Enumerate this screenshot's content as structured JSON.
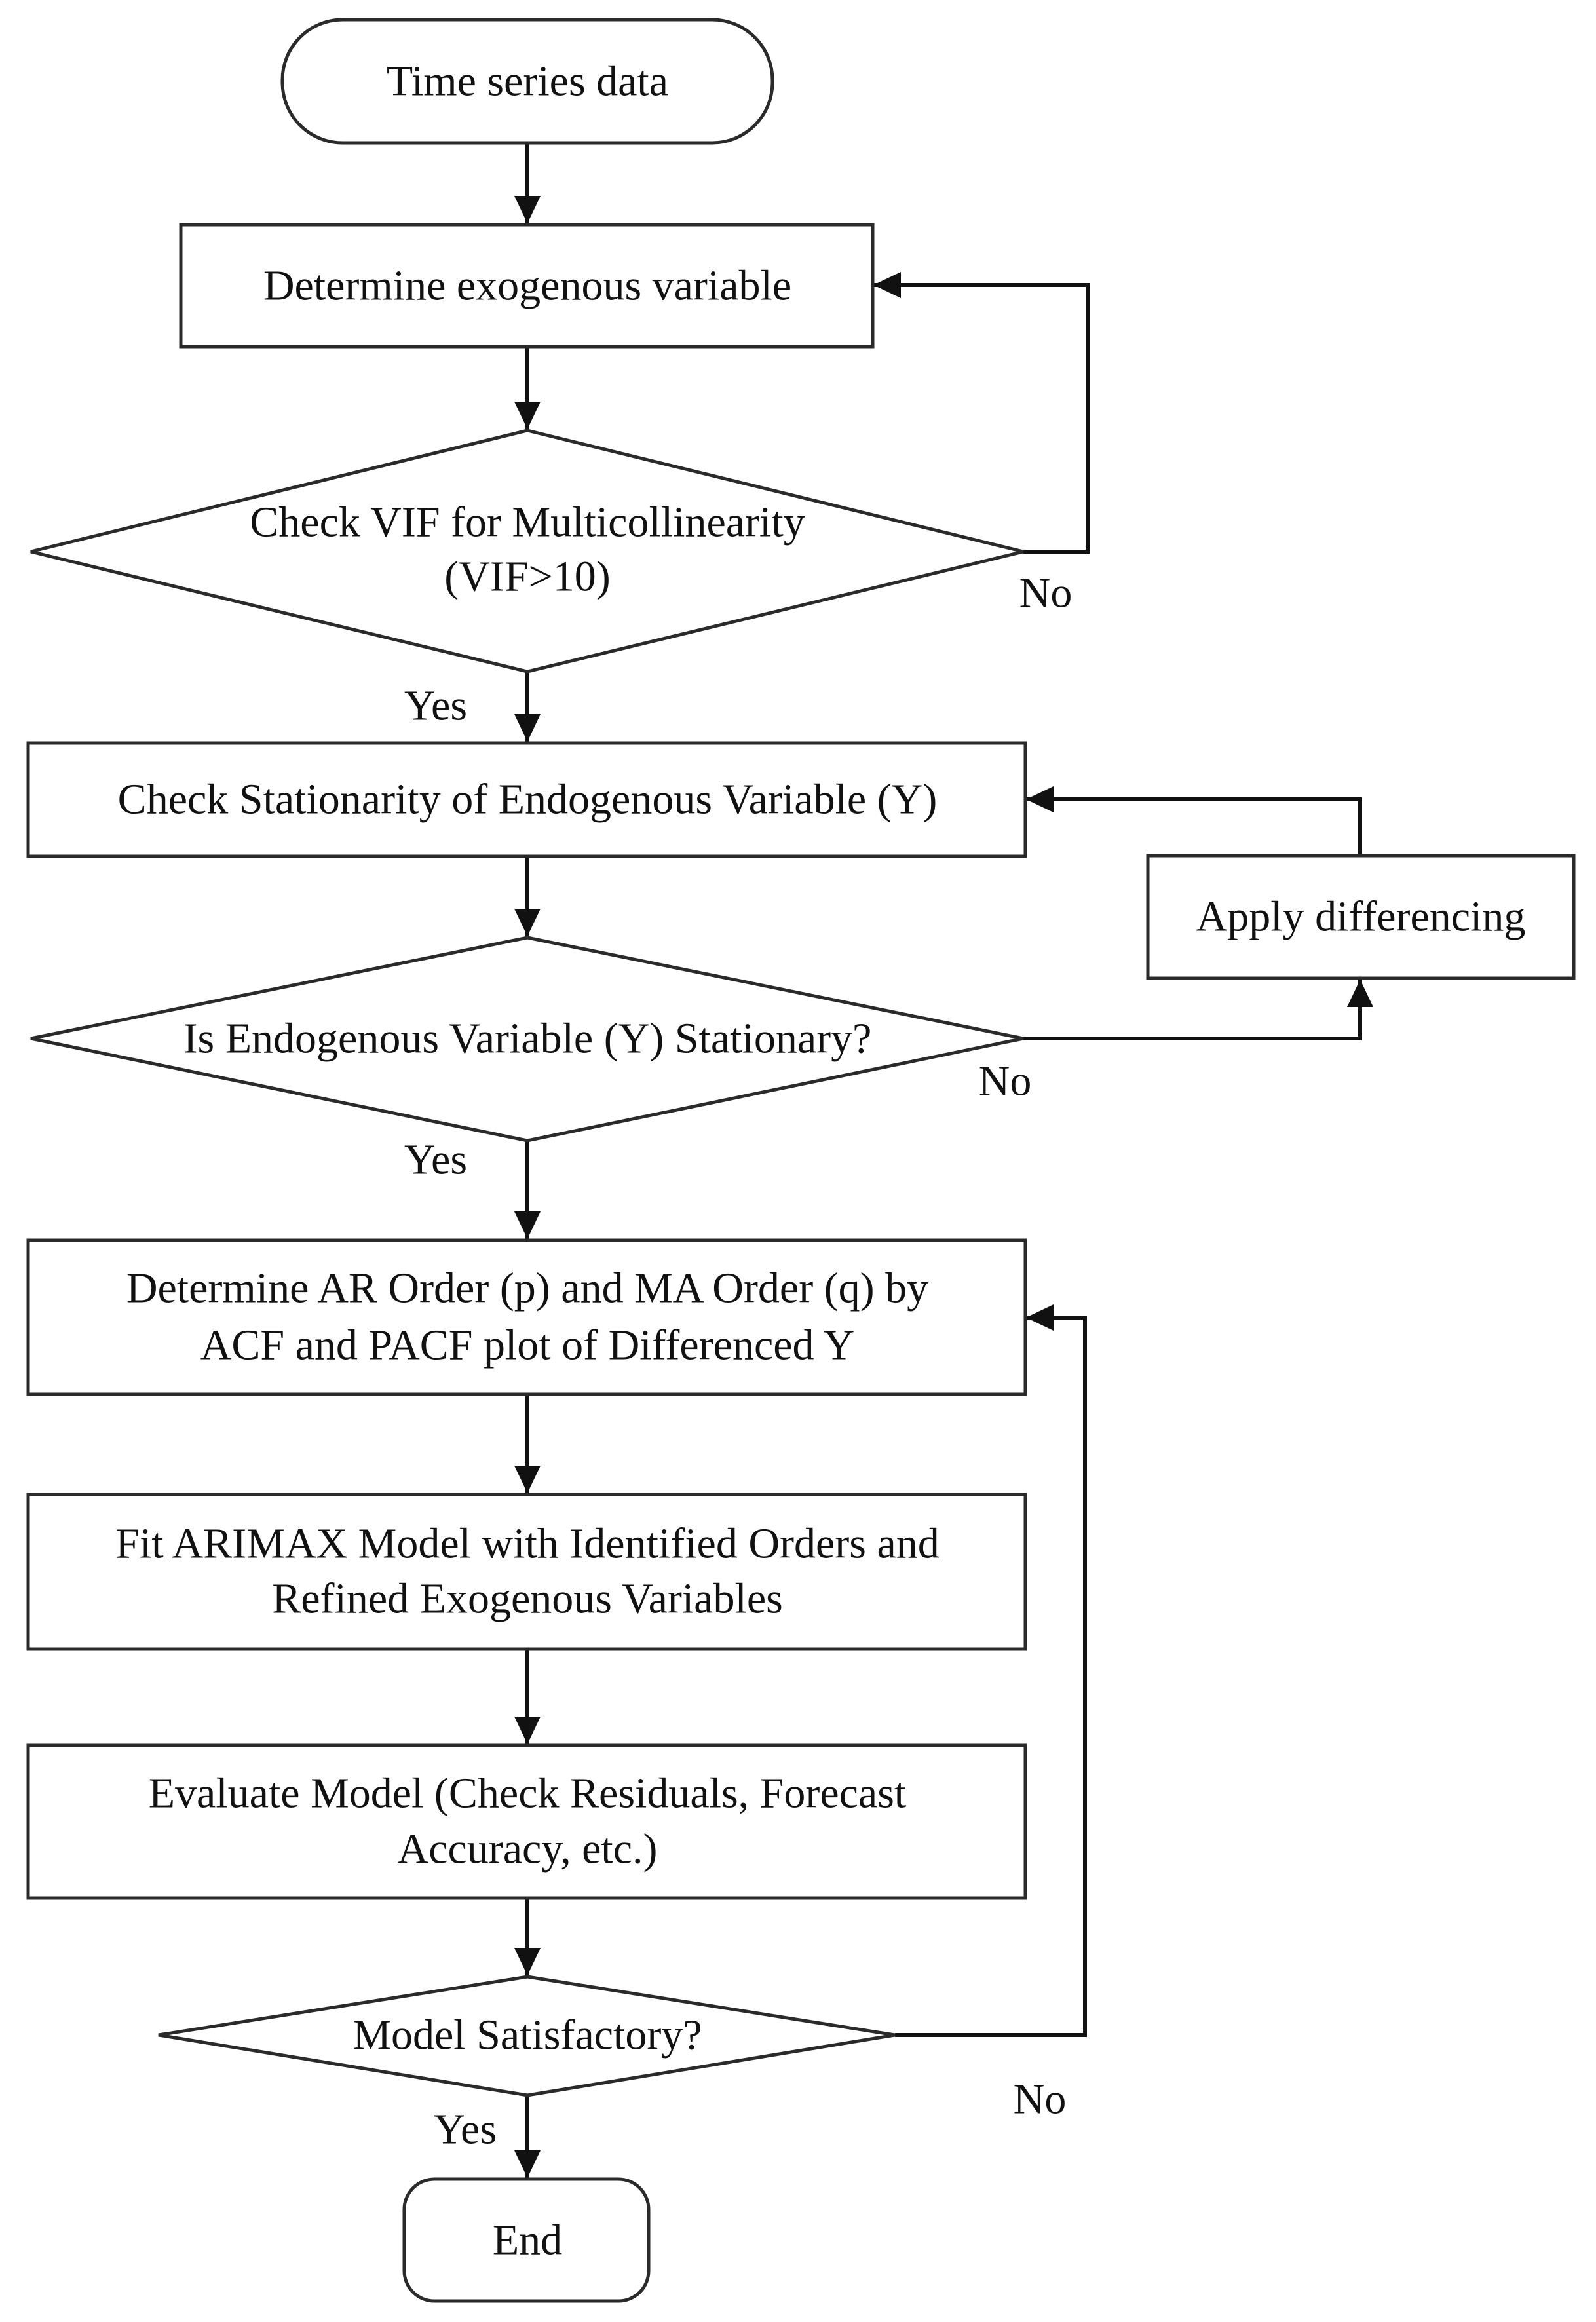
{
  "diagram": {
    "nodes": {
      "start": {
        "type": "terminal",
        "label": "Time series data"
      },
      "determine_exog": {
        "type": "process",
        "label": "Determine exogenous variable"
      },
      "check_vif": {
        "type": "decision",
        "lines": [
          "Check VIF for Multicollinearity",
          "(VIF>10)"
        ]
      },
      "check_stationarity": {
        "type": "process",
        "label": "Check Stationarity of Endogenous Variable (Y)"
      },
      "apply_differencing": {
        "type": "process",
        "label": "Apply differencing"
      },
      "is_stationary": {
        "type": "decision",
        "label": "Is Endogenous Variable (Y) Stationary?"
      },
      "determine_orders": {
        "type": "process",
        "lines": [
          "Determine AR Order (p) and MA Order (q) by",
          "ACF and PACF plot of Differenced Y"
        ]
      },
      "fit_arimax": {
        "type": "process",
        "lines": [
          "Fit ARIMAX Model with Identified Orders and",
          "Refined Exogenous Variables"
        ]
      },
      "evaluate_model": {
        "type": "process",
        "lines": [
          "Evaluate Model (Check Residuals, Forecast",
          "Accuracy, etc.)"
        ]
      },
      "model_ok": {
        "type": "decision",
        "label": "Model Satisfactory?"
      },
      "end": {
        "type": "terminal",
        "label": "End"
      }
    },
    "edge_labels": {
      "vif_no": "No",
      "vif_yes": "Yes",
      "stationary_no": "No",
      "stationary_yes": "Yes",
      "model_no": "No",
      "model_yes": "Yes"
    }
  }
}
